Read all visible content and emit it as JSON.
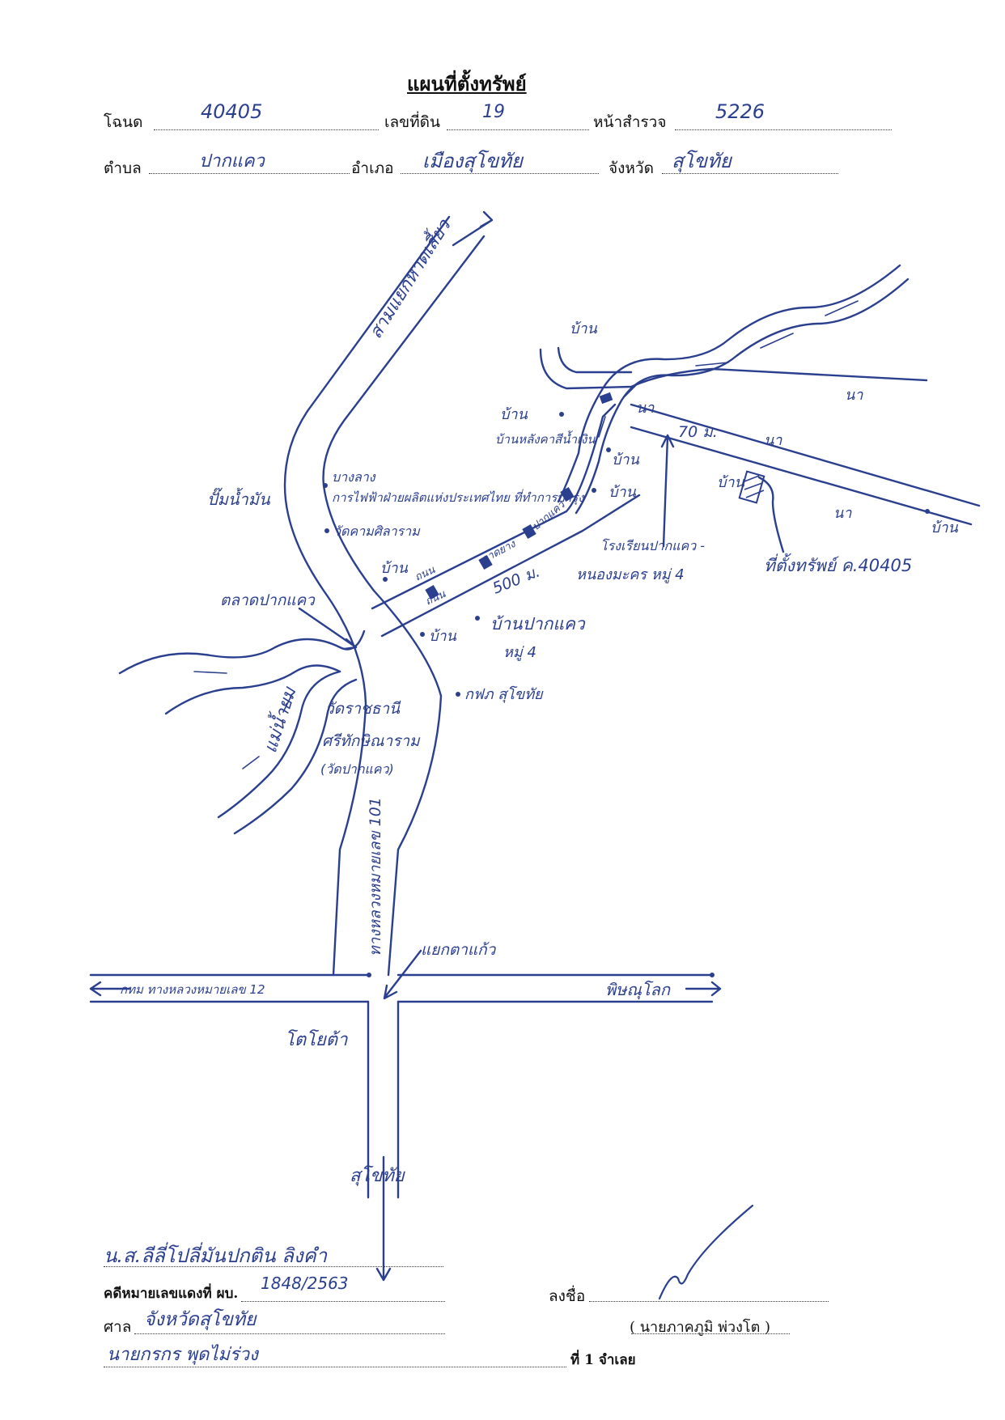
{
  "header": {
    "title": "แผนที่ตั้งทรัพย์",
    "deed_label": "โฉนด",
    "deed_value": "40405",
    "land_no_label": "เลขที่ดิน",
    "land_no_value": "19",
    "survey_page_label": "หน้าสำรวจ",
    "survey_page_value": "5226",
    "subdistrict_label": "ตำบล",
    "subdistrict_value": "ปากแคว",
    "district_label": "อำเภอ",
    "district_value": "เมืองสุโขทัย",
    "province_label": "จังหวัด",
    "province_value": "สุโขทัย"
  },
  "map": {
    "labels": {
      "road_north": "สามแยกหาดเสี้ยว",
      "pump_station": "ปั๊มน้ำมัน",
      "electricity": "การไฟฟ้าฝ่ายผลิตแห่งประเทศไทย ที่ทำการบำรุง",
      "electricity_prefix": "บางลาง",
      "temple_north": "วัดคามศิลาราม",
      "house": "บ้าน",
      "house_group": "บ้านหลังคาสีน้ำเงิน",
      "market": "ตลาดปากแคว",
      "river_yom": "แม่น้ำยม",
      "temple_main": "วัดราชธานี",
      "temple_main_2": "ศรีทักษิณาราม",
      "temple_main_3": "(วัดปากแคว)",
      "village": "บ้านปากแคว",
      "village_moo": "หมู่ 4",
      "post_office": "กฟภ สุโขทัย",
      "road_side": "ถนน",
      "road_side_2": "ถนน",
      "road_name": "ลาดยาง",
      "road_name_2": "ปากแคว",
      "distance_500": "500 ม.",
      "distance_70": "70 ม.",
      "field_1": "นา",
      "field_2": "นา",
      "field_3": "นา",
      "field_4": "นา",
      "school": "โรงเรียนปากแคว -",
      "school_2": "หนองมะคร หมู่ 4",
      "property": "ที่ตั้งทรัพย์ ค.40405",
      "highway_101": "ทางหลวงหมายเลข 101",
      "junction": "แยกตาแก้ว",
      "highway_12": "กทม  ทางหลวงหมายเลข 12",
      "phitsanulok": "พิษณุโลก",
      "toyota": "โตโยต้า",
      "sukhothai_south": "สุโขทัย"
    }
  },
  "footer": {
    "creditor_value": "น.ส.ลีลี่โปลี่มันปกติน ลิงคำ",
    "case_label": "คดีหมายเลขแดงที่ ผบ.",
    "case_value": "1848/2563",
    "sign_label": "ลงชื่อ",
    "court_label": "ศาล",
    "court_value": "จังหวัดสุโขทัย",
    "signer_name": "( นายภาคภูมิ  พ่วงโต )",
    "defendant_value": "นายกรกร  พุดไม่ร่วง",
    "defendant_suffix": "ที่ 1 จำเลย"
  },
  "colors": {
    "ink": "#2b3f8f",
    "print": "#111111"
  }
}
